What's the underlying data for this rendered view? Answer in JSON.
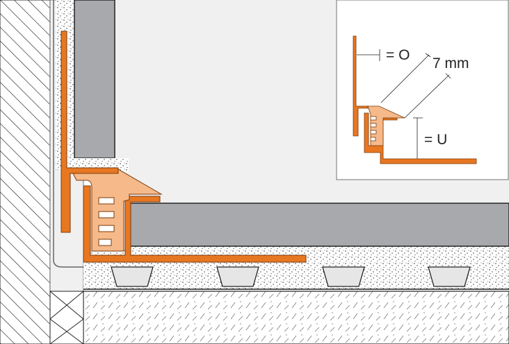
{
  "labels": {
    "top_height": "= O",
    "joint_width": "7 mm",
    "bottom_height": "= U"
  },
  "colors": {
    "profile": "#e87722",
    "insert": "#f5b98a",
    "tile": "#a7a9ac",
    "background": "#f0f0f0"
  }
}
